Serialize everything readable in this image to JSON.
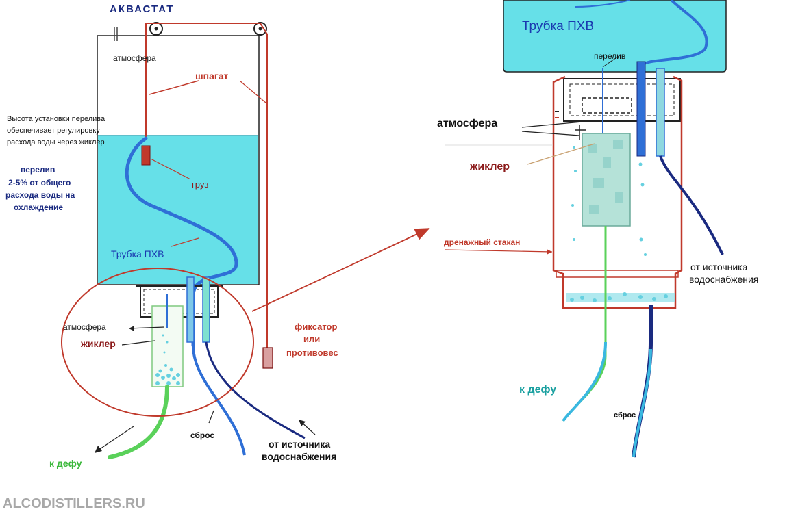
{
  "colors": {
    "water": "#66e0e8",
    "tube_blue": "#2f6fd6",
    "tube_dark": "#1a2a80",
    "red": "#c0392b",
    "dark_red": "#8b1a1a",
    "green": "#5ad15a",
    "text": "#111111"
  },
  "left": {
    "title": "АКВАСТАТ",
    "atmosphere_top": "атмосфера",
    "twine": "шпагат",
    "height_note": [
      "Высота установки перелива",
      "обеспечивает регулировку",
      "расхода воды через жиклер"
    ],
    "overflow_note": [
      "перелив",
      "2-5% от общего",
      "расхода воды на",
      "охлаждение"
    ],
    "weight": "груз",
    "tube": "Трубка ПХВ",
    "atmosphere_low": "атмосфера",
    "jet": "жиклер",
    "fixator": [
      "фиксатор",
      "или",
      "противовес"
    ],
    "discharge": "сброс",
    "source": [
      "от источника",
      "водоснабжения"
    ],
    "to_def": "к дефу"
  },
  "right": {
    "tube": "Трубка ПХВ",
    "overflow": "перелив",
    "atmosphere": "атмосфера",
    "jet": "жиклер",
    "drain_cup": "дренажный стакан",
    "source": [
      "от источника",
      "водоснабжения"
    ],
    "to_def": "к дефу",
    "discharge": "сброс"
  },
  "watermark": "ALCODISTILLERS.RU"
}
